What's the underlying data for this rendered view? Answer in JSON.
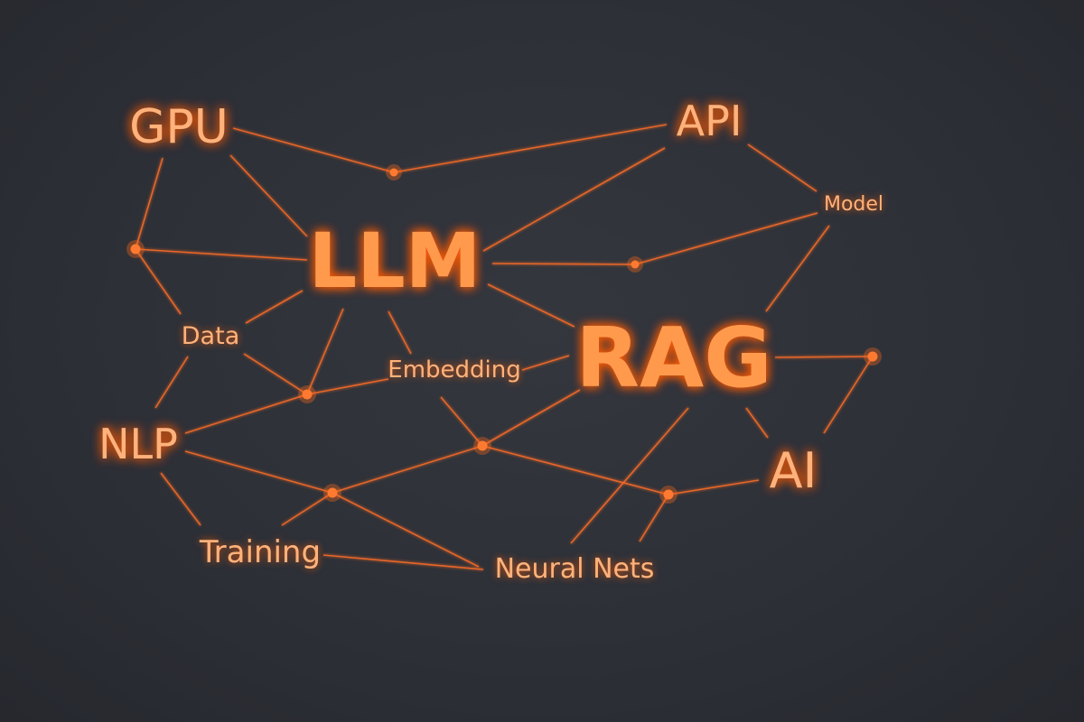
{
  "accent_color": "#ff7a30",
  "background_color": "#2c2f36",
  "terms": {
    "gpu": "GPU",
    "api": "API",
    "model": "Model",
    "llm": "LLM",
    "rag": "RAG",
    "data": "Data",
    "embedding": "Embedding",
    "nlp": "NLP",
    "ai": "AI",
    "training": "Training",
    "neural_nets": "Neural Nets"
  }
}
